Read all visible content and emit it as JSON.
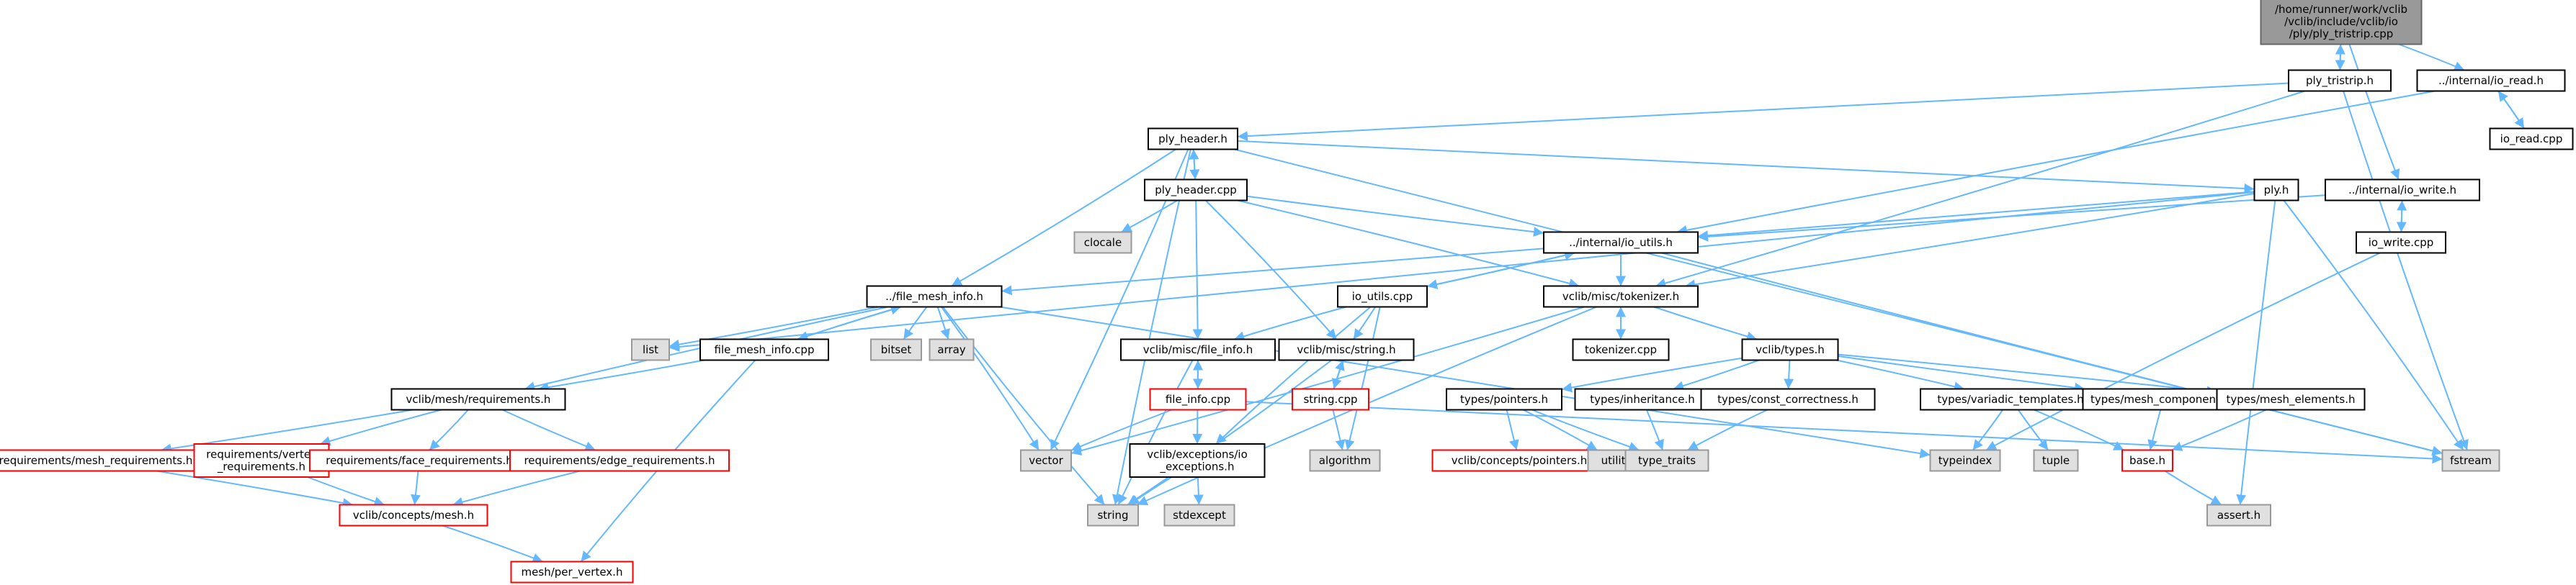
{
  "colors": {
    "edge": "#63b8ff",
    "node_border": "#000000",
    "node_fill": "#ffffff",
    "root_fill": "#999999",
    "root_border": "#666666",
    "external_fill": "#e0e0e0",
    "external_border": "#999999",
    "incomplete_border": "#ff0000"
  },
  "nodes": [
    {
      "id": "root",
      "label": "/home/runner/work/vclib\n/vclib/include/vclib/io\n/ply/ply_tristrip.cpp",
      "style": "root"
    },
    {
      "id": "ply_tristrip_h",
      "label": "ply_tristrip.h",
      "style": "normal"
    },
    {
      "id": "internal_io_read_h",
      "label": "../internal/io_read.h",
      "style": "normal"
    },
    {
      "id": "io_read_cpp",
      "label": "io_read.cpp",
      "style": "normal"
    },
    {
      "id": "ply_header_h",
      "label": "ply_header.h",
      "style": "normal"
    },
    {
      "id": "ply_header_cpp",
      "label": "ply_header.cpp",
      "style": "normal"
    },
    {
      "id": "ply_h",
      "label": "ply.h",
      "style": "normal"
    },
    {
      "id": "internal_io_write_h",
      "label": "../internal/io_write.h",
      "style": "normal"
    },
    {
      "id": "io_write_cpp",
      "label": "io_write.cpp",
      "style": "normal"
    },
    {
      "id": "clocale",
      "label": "clocale",
      "style": "external"
    },
    {
      "id": "internal_io_utils_h",
      "label": "../internal/io_utils.h",
      "style": "normal"
    },
    {
      "id": "file_mesh_info_h",
      "label": "../file_mesh_info.h",
      "style": "normal"
    },
    {
      "id": "io_utils_cpp",
      "label": "io_utils.cpp",
      "style": "normal"
    },
    {
      "id": "tokenizer_h",
      "label": "vclib/misc/tokenizer.h",
      "style": "normal"
    },
    {
      "id": "list",
      "label": "list",
      "style": "external"
    },
    {
      "id": "bitset",
      "label": "bitset",
      "style": "external"
    },
    {
      "id": "array",
      "label": "array",
      "style": "external"
    },
    {
      "id": "file_mesh_info_cpp",
      "label": "file_mesh_info.cpp",
      "style": "normal"
    },
    {
      "id": "misc_file_info_h",
      "label": "vclib/misc/file_info.h",
      "style": "normal"
    },
    {
      "id": "misc_string_h",
      "label": "vclib/misc/string.h",
      "style": "normal"
    },
    {
      "id": "tokenizer_cpp",
      "label": "tokenizer.cpp",
      "style": "normal"
    },
    {
      "id": "vclib_types_h",
      "label": "vclib/types.h",
      "style": "normal"
    },
    {
      "id": "mesh_requirements_h",
      "label": "vclib/mesh/requirements.h",
      "style": "normal"
    },
    {
      "id": "file_info_cpp",
      "label": "file_info.cpp",
      "style": "incomplete"
    },
    {
      "id": "string_cpp",
      "label": "string.cpp",
      "style": "incomplete"
    },
    {
      "id": "types_pointers_h",
      "label": "types/pointers.h",
      "style": "normal"
    },
    {
      "id": "types_inheritance_h",
      "label": "types/inheritance.h",
      "style": "normal"
    },
    {
      "id": "types_const_correctness_h",
      "label": "types/const_correctness.h",
      "style": "normal"
    },
    {
      "id": "types_variadic_templates_h",
      "label": "types/variadic_templates.h",
      "style": "normal"
    },
    {
      "id": "types_mesh_components_h",
      "label": "types/mesh_components.h",
      "style": "normal"
    },
    {
      "id": "types_mesh_elements_h",
      "label": "types/mesh_elements.h",
      "style": "normal"
    },
    {
      "id": "req_mesh_requirements_h",
      "label": "requirements/mesh_requirements.h",
      "style": "incomplete"
    },
    {
      "id": "req_vertex_requirements_h",
      "label": "requirements/vertex\n_requirements.h",
      "style": "incomplete"
    },
    {
      "id": "req_face_requirements_h",
      "label": "requirements/face_requirements.h",
      "style": "incomplete"
    },
    {
      "id": "req_edge_requirements_h",
      "label": "requirements/edge_requirements.h",
      "style": "incomplete"
    },
    {
      "id": "vector",
      "label": "vector",
      "style": "external"
    },
    {
      "id": "exceptions_io_exceptions_h",
      "label": "vclib/exceptions/io\n_exceptions.h",
      "style": "normal"
    },
    {
      "id": "algorithm",
      "label": "algorithm",
      "style": "external"
    },
    {
      "id": "concepts_pointers_h",
      "label": "vclib/concepts/pointers.h",
      "style": "incomplete"
    },
    {
      "id": "utility",
      "label": "utility",
      "style": "external"
    },
    {
      "id": "type_traits",
      "label": "type_traits",
      "style": "external"
    },
    {
      "id": "typeindex",
      "label": "typeindex",
      "style": "external"
    },
    {
      "id": "tuple",
      "label": "tuple",
      "style": "external"
    },
    {
      "id": "base_h",
      "label": "base.h",
      "style": "incomplete"
    },
    {
      "id": "fstream",
      "label": "fstream",
      "style": "external"
    },
    {
      "id": "concepts_mesh_h",
      "label": "vclib/concepts/mesh.h",
      "style": "incomplete"
    },
    {
      "id": "string",
      "label": "string",
      "style": "external"
    },
    {
      "id": "stdexcept",
      "label": "stdexcept",
      "style": "external"
    },
    {
      "id": "assert_h",
      "label": "assert.h",
      "style": "external"
    },
    {
      "id": "mesh_per_vertex_h",
      "label": "mesh/per_vertex.h",
      "style": "incomplete"
    }
  ],
  "edges": [
    [
      "root",
      "ply_tristrip_h"
    ],
    [
      "root",
      "internal_io_read_h"
    ],
    [
      "root",
      "internal_io_write_h"
    ],
    [
      "ply_tristrip_h",
      "root"
    ],
    [
      "ply_tristrip_h",
      "ply_header_h"
    ],
    [
      "ply_tristrip_h",
      "tokenizer_h"
    ],
    [
      "ply_tristrip_h",
      "fstream"
    ],
    [
      "internal_io_read_h",
      "io_read_cpp"
    ],
    [
      "internal_io_read_h",
      "internal_io_utils_h"
    ],
    [
      "io_read_cpp",
      "internal_io_read_h"
    ],
    [
      "ply_header_h",
      "ply_header_cpp"
    ],
    [
      "ply_header_h",
      "file_mesh_info_h"
    ],
    [
      "ply_header_h",
      "ply_h"
    ],
    [
      "ply_header_h",
      "vector"
    ],
    [
      "ply_header_h",
      "string"
    ],
    [
      "ply_header_h",
      "fstream"
    ],
    [
      "ply_header_cpp",
      "ply_header_h"
    ],
    [
      "ply_header_cpp",
      "clocale"
    ],
    [
      "ply_header_cpp",
      "internal_io_utils_h"
    ],
    [
      "ply_header_cpp",
      "tokenizer_h"
    ],
    [
      "ply_header_cpp",
      "misc_file_info_h"
    ],
    [
      "ply_header_cpp",
      "misc_string_h"
    ],
    [
      "ply_h",
      "internal_io_utils_h"
    ],
    [
      "ply_h",
      "tokenizer_h"
    ],
    [
      "ply_h",
      "list"
    ],
    [
      "ply_h",
      "fstream"
    ],
    [
      "ply_h",
      "assert_h"
    ],
    [
      "internal_io_write_h",
      "io_write_cpp"
    ],
    [
      "internal_io_write_h",
      "internal_io_utils_h"
    ],
    [
      "io_write_cpp",
      "internal_io_write_h"
    ],
    [
      "io_write_cpp",
      "typeindex"
    ],
    [
      "internal_io_utils_h",
      "io_utils_cpp"
    ],
    [
      "internal_io_utils_h",
      "file_mesh_info_h"
    ],
    [
      "internal_io_utils_h",
      "tokenizer_h"
    ],
    [
      "internal_io_utils_h",
      "fstream"
    ],
    [
      "io_utils_cpp",
      "internal_io_utils_h"
    ],
    [
      "io_utils_cpp",
      "misc_file_info_h"
    ],
    [
      "io_utils_cpp",
      "misc_string_h"
    ],
    [
      "io_utils_cpp",
      "exceptions_io_exceptions_h"
    ],
    [
      "io_utils_cpp",
      "algorithm"
    ],
    [
      "file_mesh_info_h",
      "file_mesh_info_cpp"
    ],
    [
      "file_mesh_info_h",
      "list"
    ],
    [
      "file_mesh_info_h",
      "bitset"
    ],
    [
      "file_mesh_info_h",
      "array"
    ],
    [
      "file_mesh_info_h",
      "mesh_requirements_h"
    ],
    [
      "file_mesh_info_h",
      "vector"
    ],
    [
      "file_mesh_info_h",
      "string"
    ],
    [
      "file_mesh_info_h",
      "typeindex"
    ],
    [
      "file_mesh_info_cpp",
      "file_mesh_info_h"
    ],
    [
      "file_mesh_info_cpp",
      "mesh_requirements_h"
    ],
    [
      "file_mesh_info_cpp",
      "mesh_per_vertex_h"
    ],
    [
      "tokenizer_h",
      "tokenizer_cpp"
    ],
    [
      "tokenizer_h",
      "vclib_types_h"
    ],
    [
      "tokenizer_h",
      "vector"
    ],
    [
      "tokenizer_h",
      "string"
    ],
    [
      "tokenizer_cpp",
      "tokenizer_h"
    ],
    [
      "misc_file_info_h",
      "file_info_cpp"
    ],
    [
      "misc_file_info_h",
      "exceptions_io_exceptions_h"
    ],
    [
      "misc_file_info_h",
      "string"
    ],
    [
      "file_info_cpp",
      "misc_file_info_h"
    ],
    [
      "file_info_cpp",
      "vector"
    ],
    [
      "file_info_cpp",
      "fstream"
    ],
    [
      "misc_string_h",
      "string_cpp"
    ],
    [
      "misc_string_h",
      "string"
    ],
    [
      "string_cpp",
      "misc_string_h"
    ],
    [
      "string_cpp",
      "algorithm"
    ],
    [
      "exceptions_io_exceptions_h",
      "string"
    ],
    [
      "exceptions_io_exceptions_h",
      "stdexcept"
    ],
    [
      "vclib_types_h",
      "types_pointers_h"
    ],
    [
      "vclib_types_h",
      "types_inheritance_h"
    ],
    [
      "vclib_types_h",
      "types_const_correctness_h"
    ],
    [
      "vclib_types_h",
      "types_variadic_templates_h"
    ],
    [
      "vclib_types_h",
      "types_mesh_components_h"
    ],
    [
      "vclib_types_h",
      "types_mesh_elements_h"
    ],
    [
      "types_pointers_h",
      "concepts_pointers_h"
    ],
    [
      "types_pointers_h",
      "utility"
    ],
    [
      "types_pointers_h",
      "type_traits"
    ],
    [
      "types_inheritance_h",
      "type_traits"
    ],
    [
      "types_const_correctness_h",
      "type_traits"
    ],
    [
      "types_variadic_templates_h",
      "typeindex"
    ],
    [
      "types_variadic_templates_h",
      "tuple"
    ],
    [
      "types_variadic_templates_h",
      "base_h"
    ],
    [
      "types_mesh_components_h",
      "base_h"
    ],
    [
      "types_mesh_elements_h",
      "base_h"
    ],
    [
      "base_h",
      "assert_h"
    ],
    [
      "mesh_requirements_h",
      "req_mesh_requirements_h"
    ],
    [
      "mesh_requirements_h",
      "req_vertex_requirements_h"
    ],
    [
      "mesh_requirements_h",
      "req_face_requirements_h"
    ],
    [
      "mesh_requirements_h",
      "req_edge_requirements_h"
    ],
    [
      "req_mesh_requirements_h",
      "concepts_mesh_h"
    ],
    [
      "req_vertex_requirements_h",
      "concepts_mesh_h"
    ],
    [
      "req_face_requirements_h",
      "concepts_mesh_h"
    ],
    [
      "req_edge_requirements_h",
      "concepts_mesh_h"
    ],
    [
      "concepts_mesh_h",
      "mesh_per_vertex_h"
    ]
  ]
}
